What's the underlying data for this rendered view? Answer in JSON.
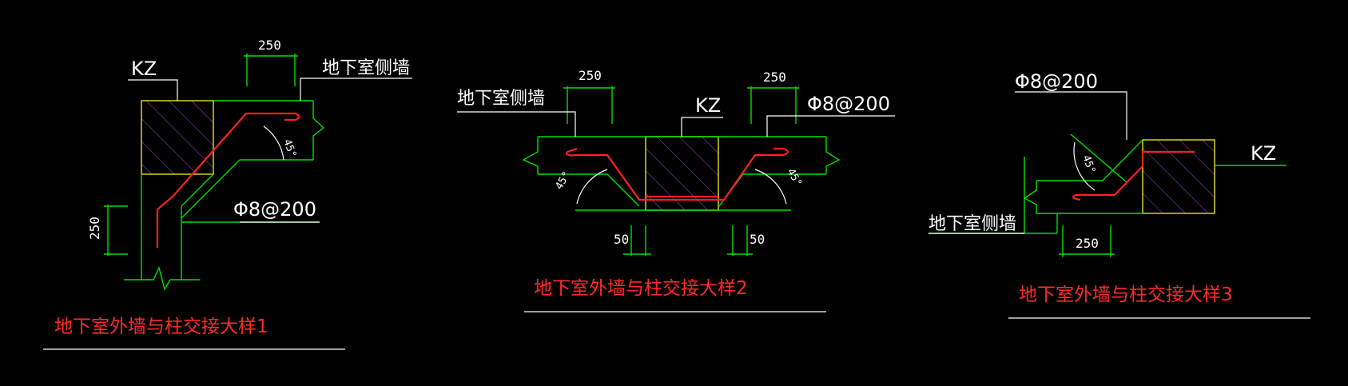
{
  "details": [
    {
      "title": "地下室外墙与柱交接大样1",
      "kz_label": "KZ",
      "wall_label": "地下室侧墙",
      "rebar_label": "Φ8@200",
      "angle_label": "45°",
      "dim_top": "250",
      "dim_left": "250"
    },
    {
      "title": "地下室外墙与柱交接大样2",
      "kz_label": "KZ",
      "wall_label": "地下室侧墙",
      "rebar_label": "Φ8@200",
      "angle_left": "45°",
      "angle_right": "45°",
      "dim_top_left": "250",
      "dim_top_right": "250",
      "dim_bottom_left": "50",
      "dim_bottom_right": "50"
    },
    {
      "title": "地下室外墙与柱交接大样3",
      "kz_label": "KZ",
      "wall_label": "地下室侧墙",
      "rebar_label": "Φ8@200",
      "angle_label": "45°",
      "dim_bottom": "250"
    }
  ],
  "colors": {
    "background": "#000000",
    "wall_lines": "#00e000",
    "rebar": "#ff2020",
    "column_outline": "#e8e020",
    "hatch": "#a04ad8",
    "title_text": "#ff2a2a",
    "annotation_text": "#ffffff"
  }
}
